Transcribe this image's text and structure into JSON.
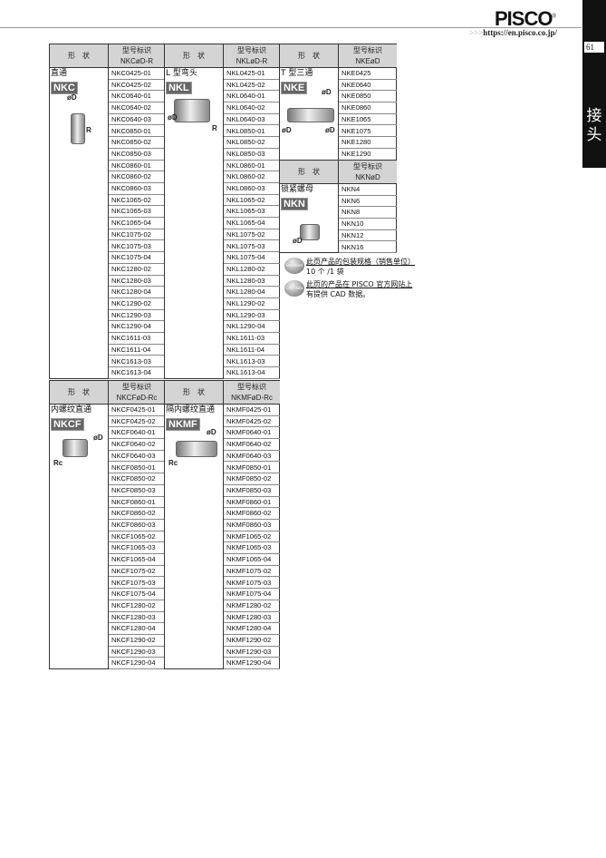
{
  "header": {
    "brand": "PISCO",
    "url_prefix": ">>>",
    "url": "https://en.pisco.co.jp/",
    "page_number": "61",
    "category": "接头"
  },
  "tables": [
    {
      "id": "t1",
      "shape_header": "形　状",
      "model_header": "型号标识",
      "pattern": "NKCøD-R",
      "name": "直通",
      "badge": "NKC",
      "dims": [
        "øD",
        "R"
      ],
      "models": [
        "NKC0425-01",
        "NKC0425-02",
        "NKC0640-01",
        "NKC0640-02",
        "NKC0640-03",
        "NKC0850-01",
        "NKC0850-02",
        "NKC0850-03",
        "NKC0860-01",
        "NKC0860-02",
        "NKC0860-03",
        "NKC1065-02",
        "NKC1065-03",
        "NKC1065-04",
        "NKC1075-02",
        "NKC1075-03",
        "NKC1075-04",
        "NKC1280-02",
        "NKC1280-03",
        "NKC1280-04",
        "NKC1290-02",
        "NKC1290-03",
        "NKC1290-04",
        "NKC1611-03",
        "NKC1611-04",
        "NKC1613-03",
        "NKC1613-04"
      ]
    },
    {
      "id": "t2",
      "shape_header": "形　状",
      "model_header": "型号标识",
      "pattern": "NKLøD-R",
      "name": "L 型弯头",
      "badge": "NKL",
      "dims": [
        "øD",
        "R"
      ],
      "models": [
        "NKL0425-01",
        "NKL0425-02",
        "NKL0640-01",
        "NKL0640-02",
        "NKL0640-03",
        "NKL0850-01",
        "NKL0850-02",
        "NKL0850-03",
        "NKL0860-01",
        "NKL0860-02",
        "NKL0860-03",
        "NKL1065-02",
        "NKL1065-03",
        "NKL1065-04",
        "NKL1075-02",
        "NKL1075-03",
        "NKL1075-04",
        "NKL1280-02",
        "NKL1280-03",
        "NKL1280-04",
        "NKL1290-02",
        "NKL1290-03",
        "NKL1290-04",
        "NKL1611-03",
        "NKL1611-04",
        "NKL1613-03",
        "NKL1613-04"
      ]
    },
    {
      "id": "t3",
      "shape_header": "形　状",
      "model_header": "型号标识",
      "pattern": "NKEøD",
      "name": "T 型三通",
      "badge": "NKE",
      "dims": [
        "øD",
        "øD",
        "øD"
      ],
      "models": [
        "NKE0425",
        "NKE0640",
        "NKE0850",
        "NKE0860",
        "NKE1065",
        "NKE1075",
        "NKE1280",
        "NKE1290"
      ]
    },
    {
      "id": "t4",
      "shape_header": "形　状",
      "model_header": "型号标识",
      "pattern": "NKNøD",
      "name": "锁紧螺母",
      "badge": "NKN",
      "dims": [
        "øD"
      ],
      "models": [
        "NKN4",
        "NKN6",
        "NKN8",
        "NKN10",
        "NKN12",
        "NKN16"
      ]
    },
    {
      "id": "t5",
      "shape_header": "形　状",
      "model_header": "型号标识",
      "pattern": "NKCFøD-Rc",
      "name": "内螺纹直通",
      "badge": "NKCF",
      "dims": [
        "øD",
        "Rc"
      ],
      "models": [
        "NKCF0425-01",
        "NKCF0425-02",
        "NKCF0640-01",
        "NKCF0640-02",
        "NKCF0640-03",
        "NKCF0850-01",
        "NKCF0850-02",
        "NKCF0850-03",
        "NKCF0860-01",
        "NKCF0860-02",
        "NKCF0860-03",
        "NKCF1065-02",
        "NKCF1065-03",
        "NKCF1065-04",
        "NKCF1075-02",
        "NKCF1075-03",
        "NKCF1075-04",
        "NKCF1280-02",
        "NKCF1280-03",
        "NKCF1280-04",
        "NKCF1290-02",
        "NKCF1290-03",
        "NKCF1290-04"
      ]
    },
    {
      "id": "t6",
      "shape_header": "形　状",
      "model_header": "型号标识",
      "pattern": "NKMFøD-Rc",
      "name": "隔内螺纹直通",
      "badge": "NKMF",
      "dims": [
        "øD",
        "Rc"
      ],
      "models": [
        "NKMF0425-01",
        "NKMF0425-02",
        "NKMF0640-01",
        "NKMF0640-02",
        "NKMF0640-03",
        "NKMF0850-01",
        "NKMF0850-02",
        "NKMF0850-03",
        "NKMF0860-01",
        "NKMF0860-02",
        "NKMF0860-03",
        "NKMF1065-02",
        "NKMF1065-03",
        "NKMF1065-04",
        "NKMF1075-02",
        "NKMF1075-03",
        "NKMF1075-04",
        "NKMF1280-02",
        "NKMF1280-03",
        "NKMF1280-04",
        "NKMF1290-02",
        "NKMF1290-03",
        "NKMF1290-04"
      ]
    }
  ],
  "notes": [
    {
      "icon": "Standard",
      "line1": "此页产品的包装规格（销售单位）",
      "line2": "10 个 /1 袋"
    },
    {
      "icon": "CAD data",
      "line1": "此页的产品在 PISCO 官方网站上",
      "line2": "有提供 CAD 数据。"
    }
  ]
}
